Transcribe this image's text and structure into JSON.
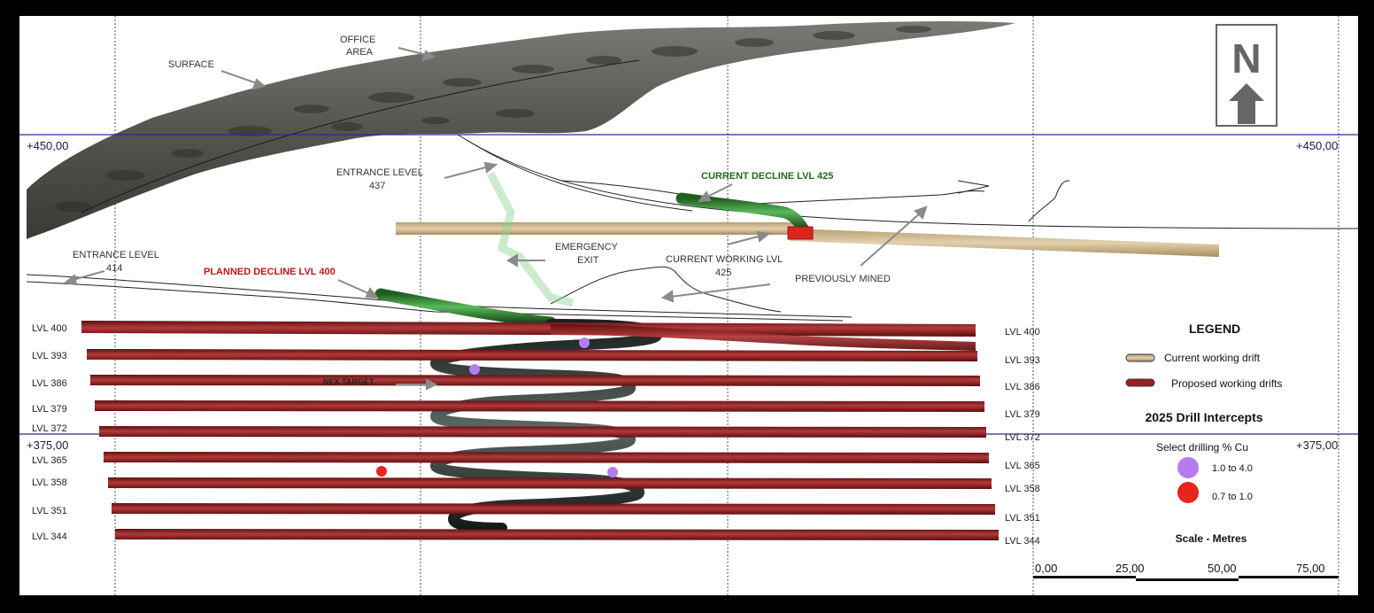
{
  "elevations": {
    "upper_left": "+450,00",
    "upper_right": "+450,00",
    "lower_left": "+375,00",
    "lower_right": "+375,00"
  },
  "annotations": {
    "surface": "SURFACE",
    "office_line1": "OFFICE",
    "office_line2": "AREA",
    "entrance437_line1": "ENTRANCE LEVEL",
    "entrance437_line2": "437",
    "current_decline": "CURRENT DECLINE LVL 425",
    "emergency_line1": "EMERGENCY",
    "emergency_line2": "EXIT",
    "current_working_line1": "CURRENT WORKING LVL",
    "current_working_line2": "425",
    "previously_mined": "PREVIOUSLY MINED",
    "entrance414_line1": "ENTRANCE LEVEL",
    "entrance414_line2": "414",
    "planned_decline": "PLANNED DECLINE LVL 400",
    "nex_target": "NEX TARGET"
  },
  "levels_left": [
    "LVL 400",
    "LVL 393",
    "LVL 386",
    "LVL 379",
    "LVL 372",
    "LVL 365",
    "LVL 358",
    "LVL 351",
    "LVL 344"
  ],
  "levels_right": [
    "LVL 400",
    "LVL 393",
    "LVL 386",
    "LVL 379",
    "LVL 372",
    "LVL 365",
    "LVL 358",
    "LVL 351",
    "LVL 344"
  ],
  "north": {
    "letter": "N",
    "icon": "north-arrow-icon"
  },
  "legend": {
    "title": "LEGEND",
    "current_drift": "Current working drift",
    "proposed_drifts": "Proposed working drifts",
    "intercepts_title": "2025 Drill Intercepts",
    "select_title": "Select drilling % Cu",
    "range_high": "1.0 to 4.0",
    "range_low": "0.7 to 1.0",
    "scale_title": "Scale - Metres"
  },
  "scale_ticks": [
    "0,00",
    "25,00",
    "50,00",
    "75,00"
  ],
  "colors": {
    "surface_rock": "#5a5a56",
    "current_drift": "#c9b48a",
    "proposed_drift": "#8b1c1c",
    "decline_green": "#2f8a2f",
    "spiral": "#2b3330",
    "intercept_high": "#b57cf0",
    "intercept_low": "#e8241c",
    "elevation_line": "#2a2a8a",
    "label_green": "#1d6b1d",
    "label_red": "#c0151a"
  }
}
